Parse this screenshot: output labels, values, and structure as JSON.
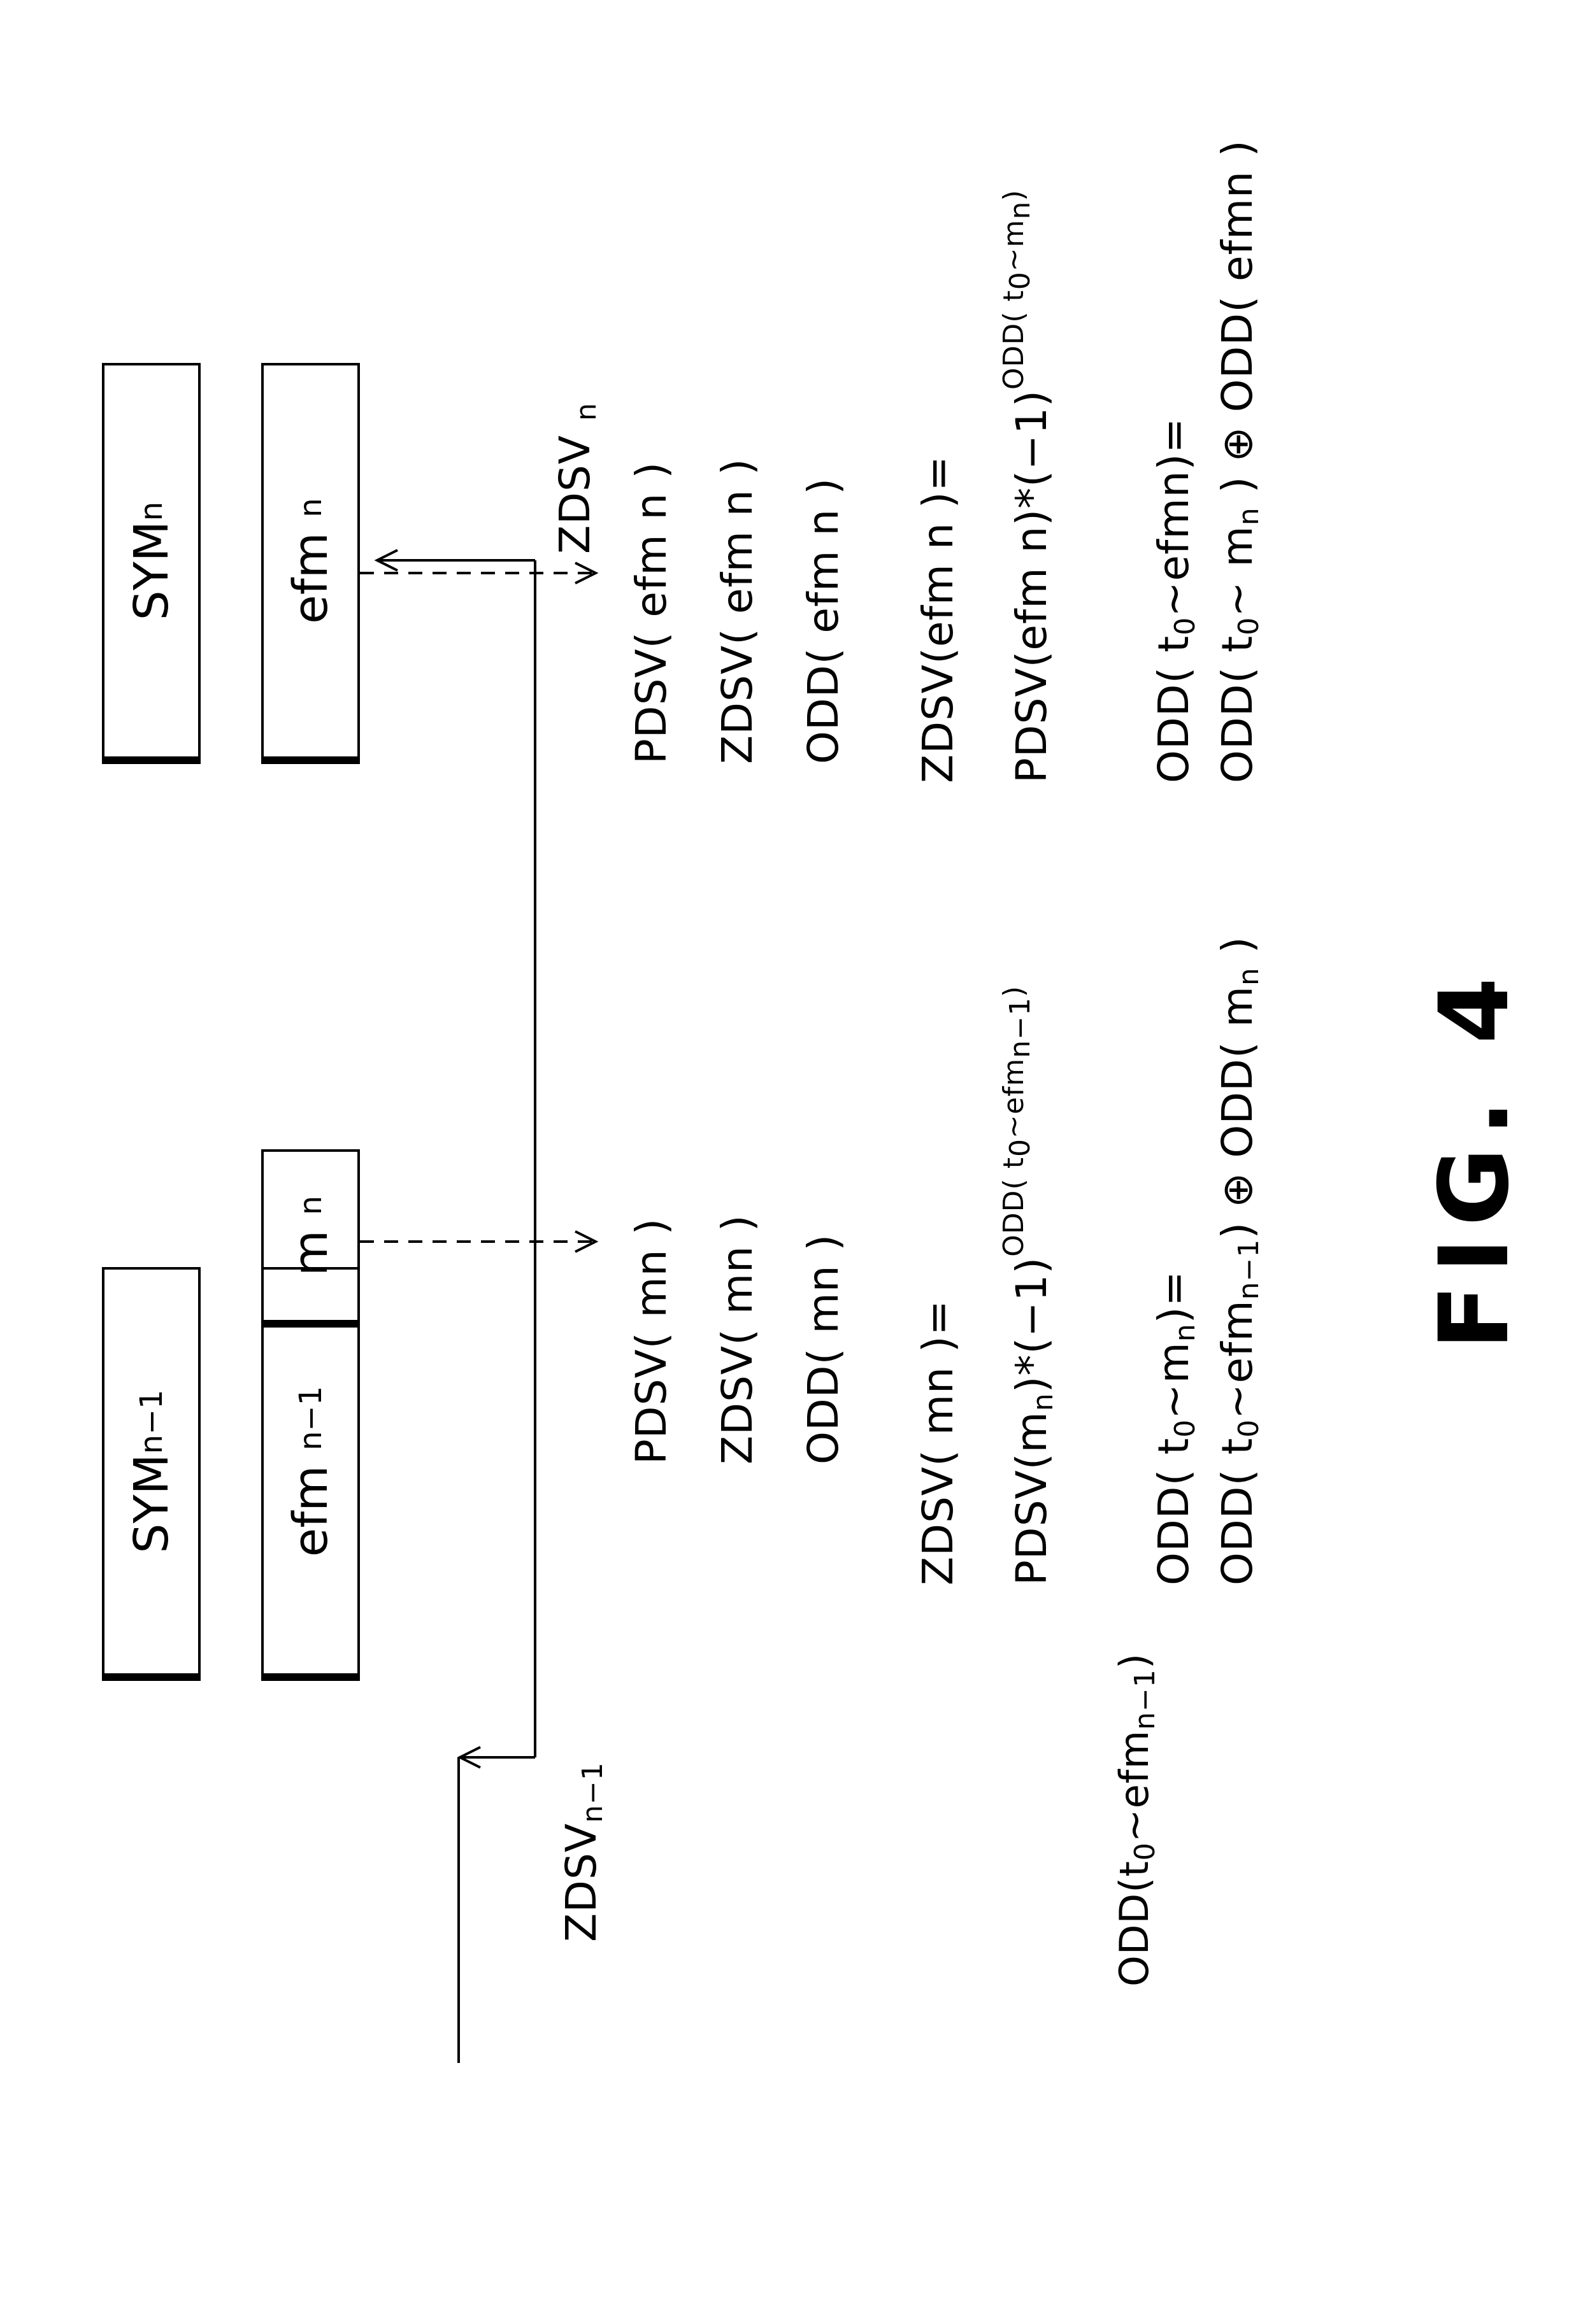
{
  "figure_label": "FIG. 4",
  "boxes": {
    "sym_prev": "SYM",
    "sym_prev_sub": "n−1",
    "efm_prev": "efm",
    "efm_prev_sub": "n−1",
    "m_n": "m",
    "m_n_sub": "n",
    "sym_n": "SYM",
    "sym_n_sub": "n",
    "efm_n": "efm",
    "efm_n_sub": "n"
  },
  "markers": {
    "zdsv_prev": "ZDSV",
    "zdsv_prev_sub": "n−1",
    "zdsv_n": "ZDSV",
    "zdsv_n_sub": "n"
  },
  "left_expression": {
    "text": "ODD(t",
    "sub": "0",
    "mid": "~efm",
    "sub2": "n−1",
    "close": ")"
  },
  "mn_values": [
    "PDSV( mn )",
    "ZDSV( mn )",
    "ODD( mn )"
  ],
  "efmn_values": [
    "PDSV( efm n )",
    "ZDSV( efm n )",
    "ODD( efm n )"
  ],
  "mn_zdsv_formula": {
    "line1": "ZDSV( mn )=",
    "line2_a": "PDSV(m",
    "line2_sub": "n",
    "line2_b": ")*(−1)",
    "line2_sup": "ODD( t",
    "line2_sup_sub": "0",
    "line2_sup_b": "~efm",
    "line2_sup_sub2": "n−1",
    "line2_sup_c": ")"
  },
  "efmn_zdsv_formula": {
    "line1": "ZDSV(efm n )=",
    "line2_a": "PDSV(efm n)*(−1)",
    "line2_sup": "ODD( t",
    "line2_sup_sub": "0",
    "line2_sup_b": "~m",
    "line2_sup_sub2": "n",
    "line2_sup_c": ")"
  },
  "mn_odd_formula": {
    "line1_a": "ODD( t",
    "line1_sub": "0",
    "line1_b": "~m",
    "line1_sub2": "n",
    "line1_c": ")=",
    "line2_a": "ODD( t",
    "line2_sub": "0",
    "line2_b": "~efm",
    "line2_sub2": "n−1",
    "line2_c": ") ⊕ ODD( m",
    "line2_sub3": "n",
    "line2_d": " )"
  },
  "efmn_odd_formula": {
    "line1_a": "ODD( t",
    "line1_sub": "0",
    "line1_b": "~efmn)=",
    "line2_a": "ODD( t",
    "line2_sub": "0",
    "line2_b": "~ m",
    "line2_sub2": "n",
    "line2_c": " ) ⊕ ODD( efmn )"
  }
}
